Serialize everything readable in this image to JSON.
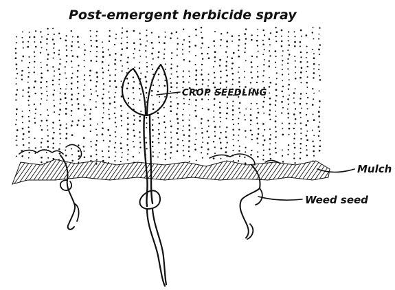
{
  "title": "Post-emergent herbicide spray",
  "labels": {
    "crop": "CROP SEEDLING",
    "mulch": "Mulch",
    "weed": "Weed seed"
  },
  "colors": {
    "ink": "#111111",
    "background": "#ffffff"
  }
}
